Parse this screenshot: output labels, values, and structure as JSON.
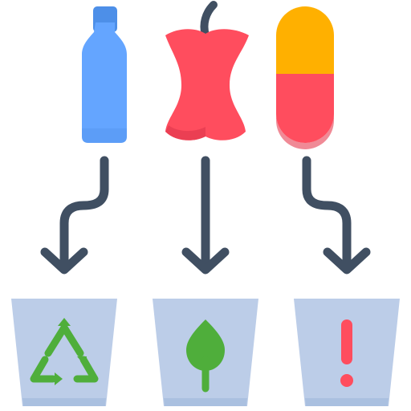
{
  "colors": {
    "bottle": "#64a5ff",
    "bottle_shadow": "#4d8fe8",
    "apple": "#ff4d5e",
    "apple_shadow": "#e63c50",
    "stem": "#404f62",
    "pill_top": "#ffb000",
    "pill_top_shadow": "#ef9a00",
    "pill_bottom": "#ff4d5e",
    "pill_bottom_shadow": "#e63c50",
    "arrow": "#404f62",
    "bin": "#bccde8",
    "bin_rim": "#aac0e0",
    "recycle": "#4fae3b",
    "leaf": "#4fae3b",
    "alert": "#ff4d5e"
  },
  "items": [
    {
      "name": "bottle",
      "icon": "bottle-icon",
      "bin_icon": "recycle-icon"
    },
    {
      "name": "apple-core",
      "icon": "apple-core-icon",
      "bin_icon": "leaf-icon"
    },
    {
      "name": "pill",
      "icon": "pill-capsule-icon",
      "bin_icon": "exclamation-icon"
    }
  ]
}
